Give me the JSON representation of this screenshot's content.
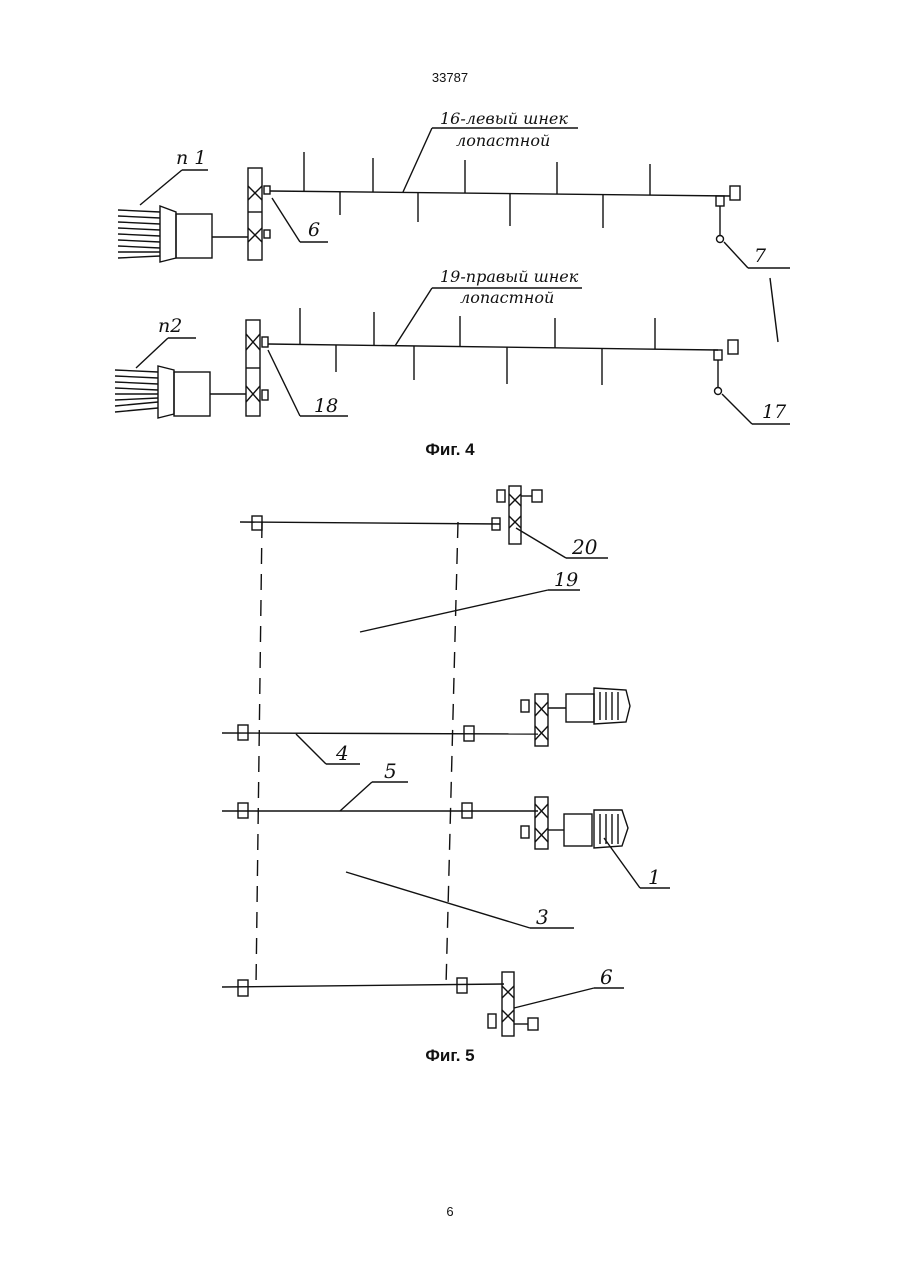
{
  "page": {
    "patent_number": "33787",
    "page_number": "6"
  },
  "fig4": {
    "caption": "Фиг. 4",
    "labels": {
      "n1": "п 1",
      "n2": "п2",
      "auger16_line1": "16-левый шнек",
      "auger16_line2": "лопастной",
      "auger19_line1": "19-правый шнек",
      "auger19_line2": "лопастной",
      "l6": "6",
      "l7": "7",
      "l17": "17",
      "l18": "18"
    }
  },
  "fig5": {
    "caption": "Фиг. 5",
    "labels": {
      "l20": "20",
      "l19": "19",
      "l4": "4",
      "l5": "5",
      "l1": "1",
      "l3": "3",
      "l6": "6"
    }
  }
}
